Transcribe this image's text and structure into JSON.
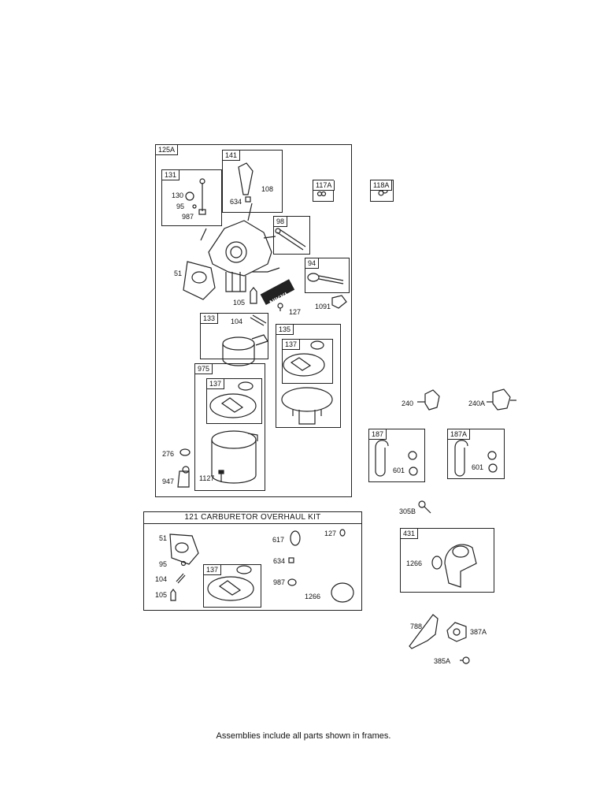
{
  "frames": {
    "f125A": "125A",
    "f131": "131",
    "f141": "141",
    "f117A": "117A",
    "f118A": "118A",
    "f98": "98",
    "f94": "94",
    "f133": "133",
    "f135": "135",
    "f137a": "137",
    "f975": "975",
    "f137b": "137",
    "f187": "187",
    "f187A": "187A",
    "f431": "431",
    "f137c": "137"
  },
  "labels": {
    "l130": "130",
    "l95": "95",
    "l987": "987",
    "l108": "108",
    "l634": "634",
    "l51": "51",
    "l105": "105",
    "l127": "127",
    "l1091": "1091",
    "l104": "104",
    "l276": "276",
    "l947": "947",
    "l1127": "1127",
    "l240": "240",
    "l240A": "240A",
    "l601a": "601",
    "l601b": "601",
    "l305B": "305B",
    "l1266": "1266",
    "l788": "788",
    "l387A": "387A",
    "l385A": "385A",
    "nikki": "NIKKI"
  },
  "kit": {
    "title": "121 CARBURETOR OVERHAUL KIT",
    "l51": "51",
    "l95": "95",
    "l104": "104",
    "l105": "105",
    "l617": "617",
    "l127": "127",
    "l634": "634",
    "l987": "987",
    "l1266": "1266"
  },
  "footer": "Assemblies include all parts shown in frames."
}
